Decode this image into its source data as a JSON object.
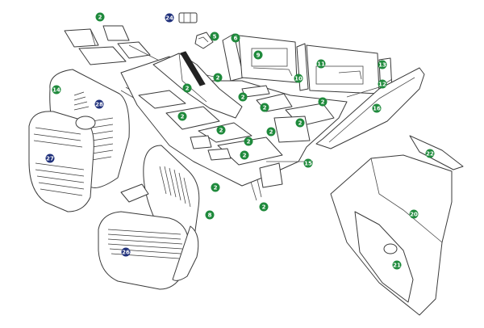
{
  "diagram": {
    "callouts": [
      {
        "label": "2",
        "color": "#1f8a3c"
      },
      {
        "label": "24",
        "color": "#1e2f7a"
      },
      {
        "label": "5",
        "color": "#1f8a3c"
      },
      {
        "label": "6",
        "color": "#1f8a3c"
      },
      {
        "label": "9",
        "color": "#1f8a3c"
      },
      {
        "label": "11",
        "color": "#1f8a3c"
      },
      {
        "label": "13",
        "color": "#1f8a3c"
      },
      {
        "label": "14",
        "color": "#1f8a3c"
      },
      {
        "label": "28",
        "color": "#1e2f7a"
      },
      {
        "label": "2",
        "color": "#1f8a3c"
      },
      {
        "label": "2",
        "color": "#1f8a3c"
      },
      {
        "label": "2",
        "color": "#1f8a3c"
      },
      {
        "label": "12",
        "color": "#1f8a3c"
      },
      {
        "label": "10",
        "color": "#1f8a3c"
      },
      {
        "label": "2",
        "color": "#1f8a3c"
      },
      {
        "label": "16",
        "color": "#1f8a3c"
      },
      {
        "label": "2",
        "color": "#1f8a3c"
      },
      {
        "label": "2",
        "color": "#1f8a3c"
      },
      {
        "label": "2",
        "color": "#1f8a3c"
      },
      {
        "label": "2",
        "color": "#1f8a3c"
      },
      {
        "label": "2",
        "color": "#1f8a3c"
      },
      {
        "label": "2",
        "color": "#1f8a3c"
      },
      {
        "label": "2",
        "color": "#1f8a3c"
      },
      {
        "label": "27",
        "color": "#1e2f7a"
      },
      {
        "label": "15",
        "color": "#1f8a3c"
      },
      {
        "label": "2",
        "color": "#1f8a3c"
      },
      {
        "label": "22",
        "color": "#1f8a3c"
      },
      {
        "label": "20",
        "color": "#1f8a3c"
      },
      {
        "label": "8",
        "color": "#1f8a3c"
      },
      {
        "label": "2",
        "color": "#1f8a3c"
      },
      {
        "label": "26",
        "color": "#1e2f7a"
      },
      {
        "label": "21",
        "color": "#1f8a3c"
      }
    ]
  }
}
